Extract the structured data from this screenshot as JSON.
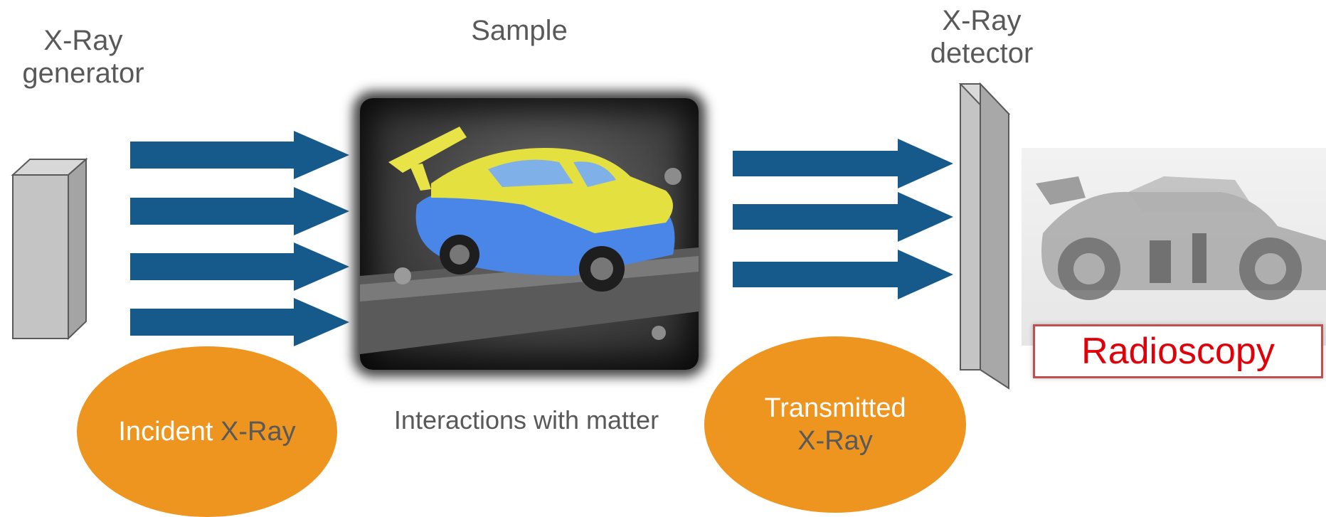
{
  "labels": {
    "generator": [
      "X-Ray",
      "generator"
    ],
    "sample": "Sample",
    "detector": [
      "X-Ray",
      "detector"
    ],
    "interactions": "Interactions with matter"
  },
  "incident": {
    "word": "Incident",
    "xray": "X-Ray"
  },
  "transmitted": [
    "Transmitted",
    "X-Ray"
  ],
  "radioscopy": "Radioscopy",
  "colors": {
    "arrow": "#155a8a",
    "oval": "#ee9520",
    "text_gray": "#595959",
    "radioscopy_red": "#e0000a",
    "box_gray": "#c4c4c4"
  }
}
